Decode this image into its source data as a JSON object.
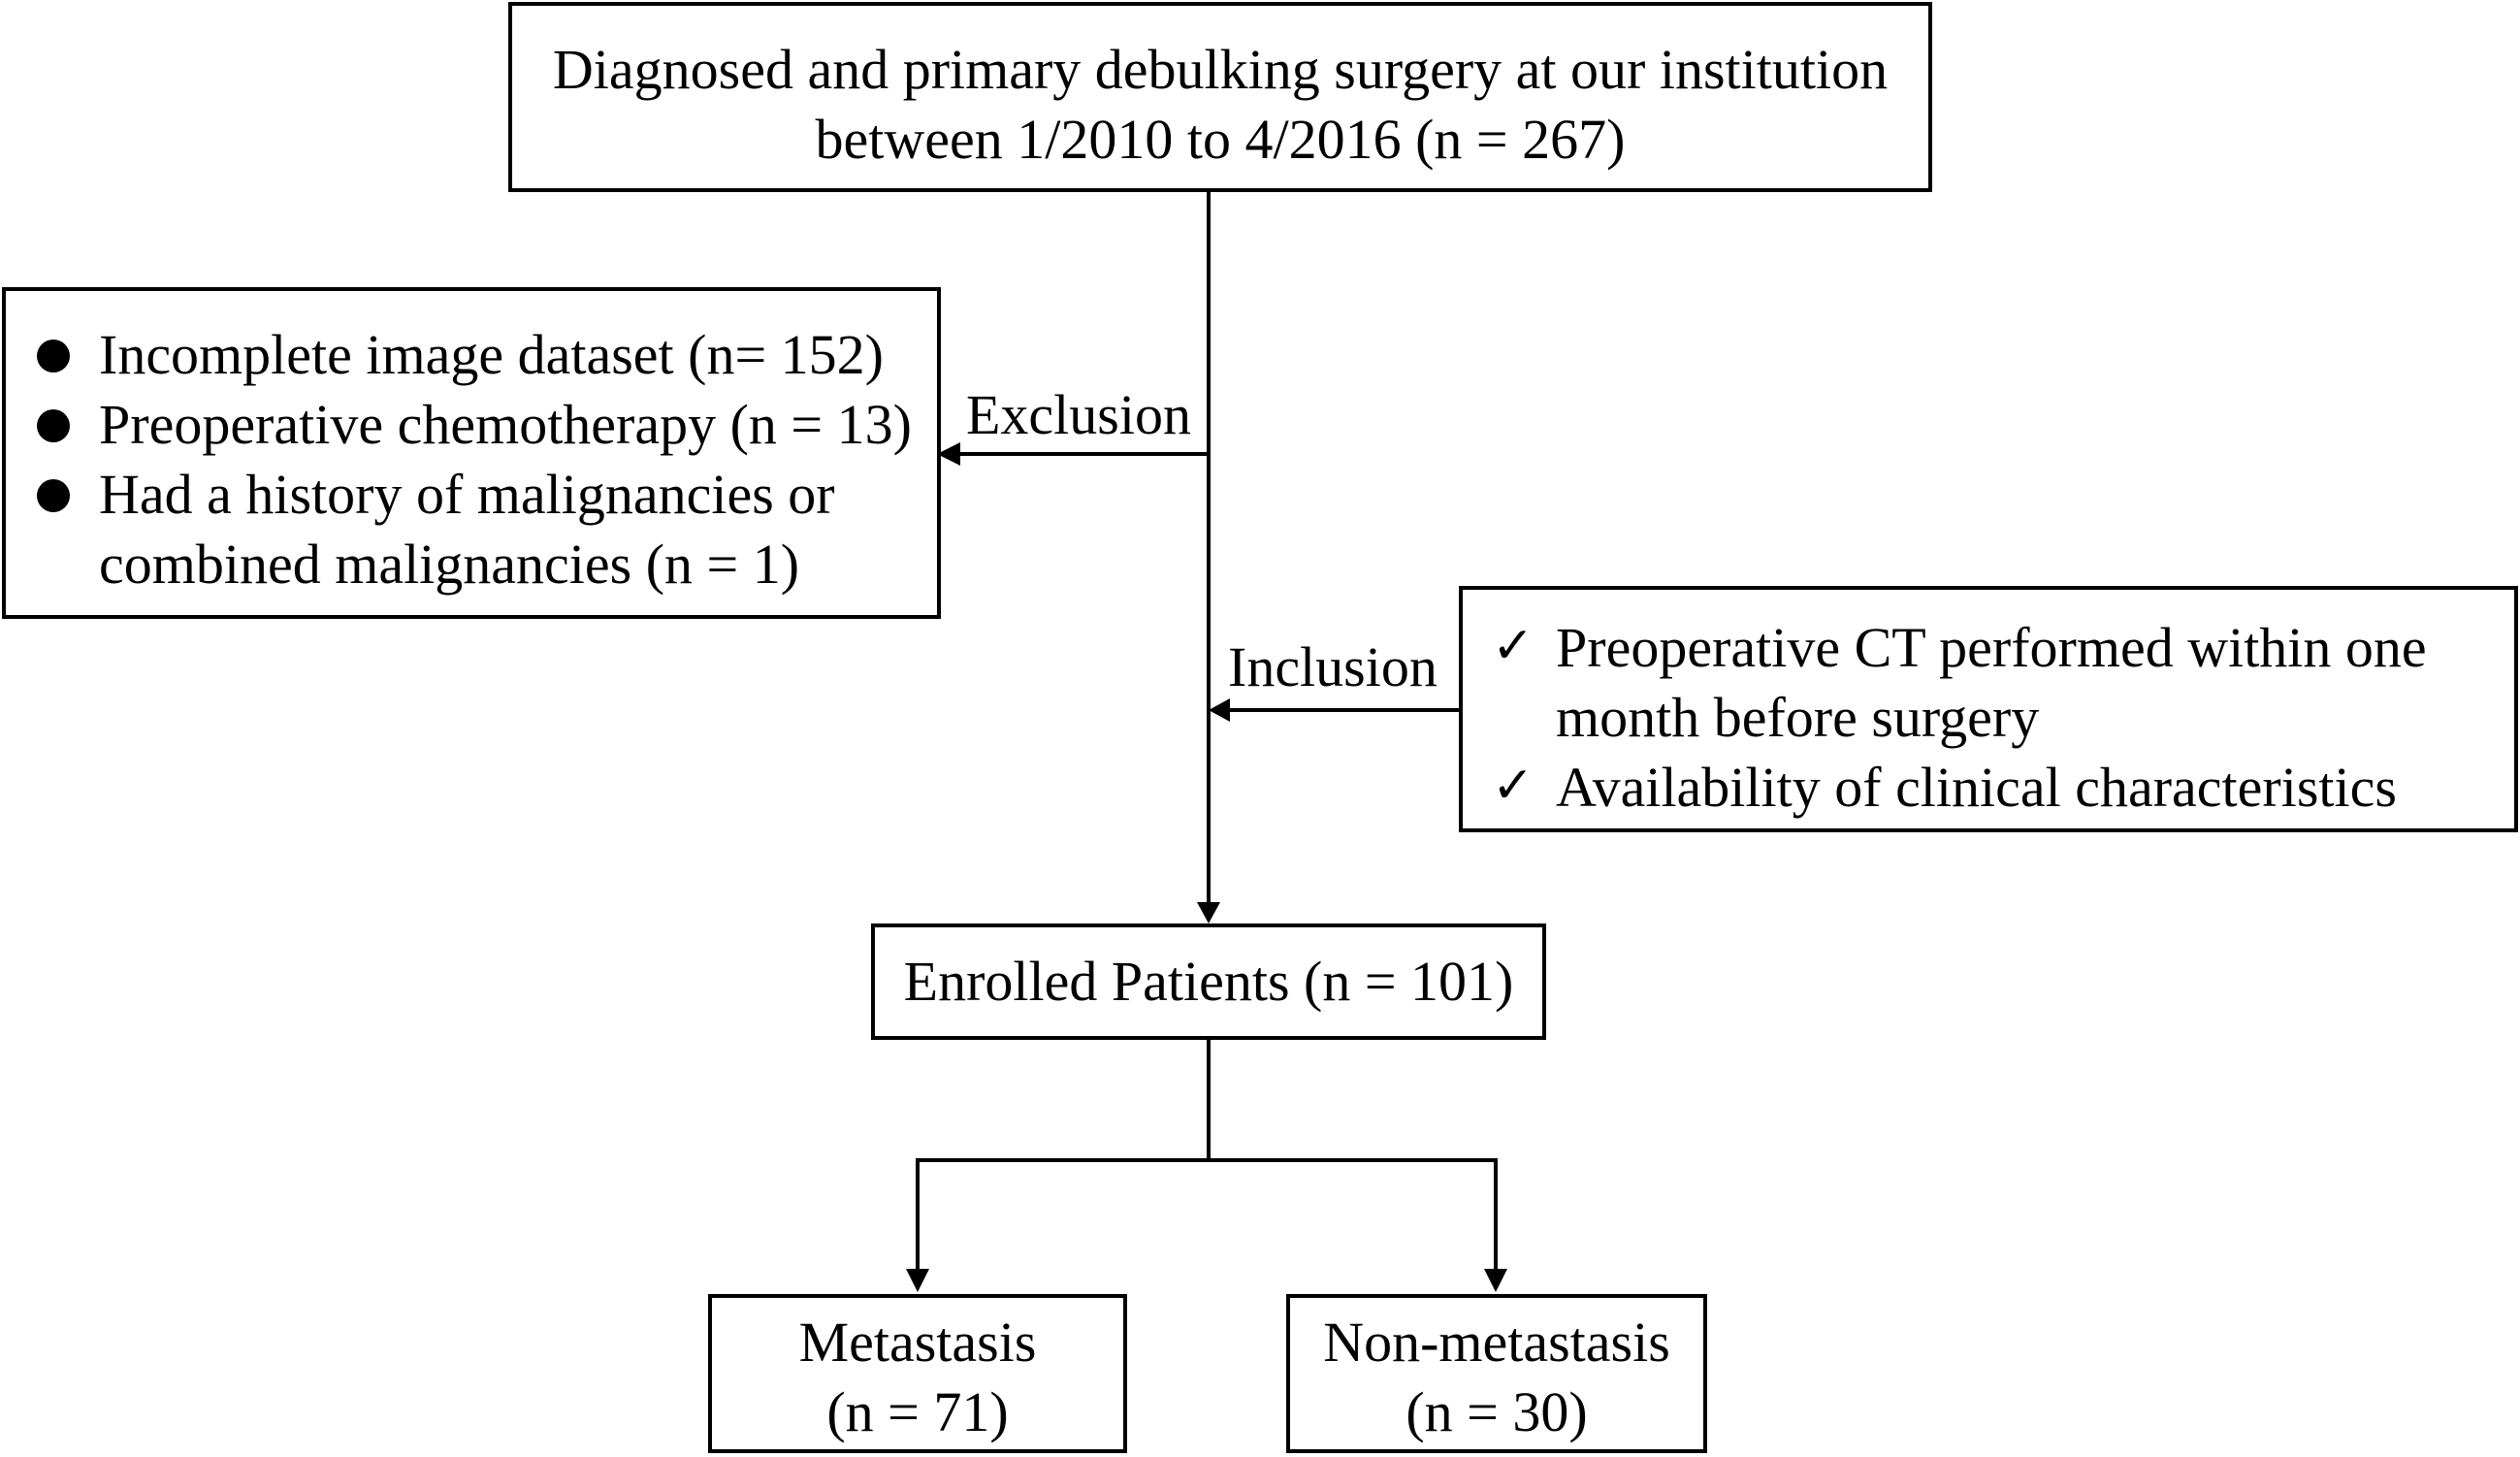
{
  "top_box": {
    "line1": "Diagnosed and primary debulking surgery at our institution",
    "line2": "between 1/2010 to 4/2016 (n = 267)"
  },
  "exclusion": {
    "label": "Exclusion",
    "items": [
      "Incomplete image dataset (n= 152)",
      "Preoperative chemotherapy (n = 13)",
      "Had a history of malignancies or",
      "combined malignancies (n = 1)"
    ]
  },
  "inclusion": {
    "label": "Inclusion",
    "items": [
      "Preoperative CT performed within one",
      "month before surgery",
      "Availability of clinical characteristics"
    ],
    "check_icon": "✓"
  },
  "enrolled": {
    "text": "Enrolled Patients (n = 101)"
  },
  "metastasis": {
    "line1": "Metastasis",
    "line2": "(n = 71)"
  },
  "non_metastasis": {
    "line1": "Non-metastasis",
    "line2": "(n = 30)"
  }
}
